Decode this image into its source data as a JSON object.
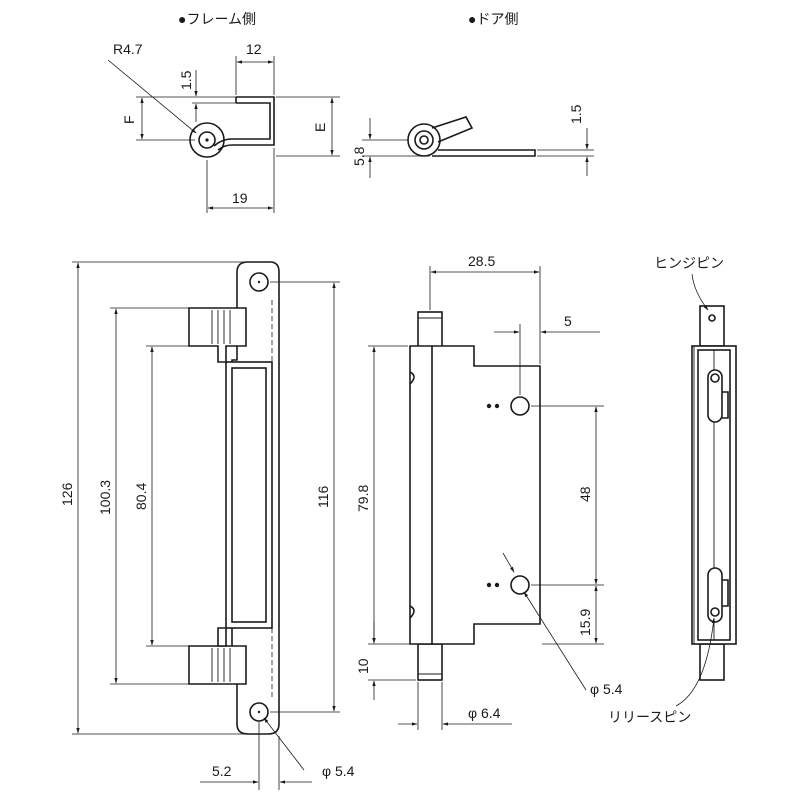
{
  "headers": {
    "frame_side": "●フレーム側",
    "door_side": "●ドア側"
  },
  "labels": {
    "hinge_pin": "ヒンジピン",
    "release_pin": "リリースピン"
  },
  "dimensions": {
    "radius": "R4.7",
    "top_width": "12",
    "plate_thickness_frame": "1.5",
    "dim_f": "F",
    "dim_e": "E",
    "bottom_width": "19",
    "door_thickness": "1.5",
    "door_height": "5.8",
    "overall_height": "126",
    "center_span": "100.3",
    "inner_span": "80.4",
    "hole_pitch_frame": "116",
    "hole_offset": "5.2",
    "hole_dia_frame": "φ 5.4",
    "door_width": "28.5",
    "door_hole_offset": "5",
    "door_body_height": "79.8",
    "door_hole_pitch": "48",
    "door_hole_bottom": "15.9",
    "pin_length": "10",
    "hole_dia_door": "φ 5.4",
    "pin_dia": "φ 6.4"
  },
  "colors": {
    "line": "#1a1a1a",
    "background": "#ffffff"
  }
}
